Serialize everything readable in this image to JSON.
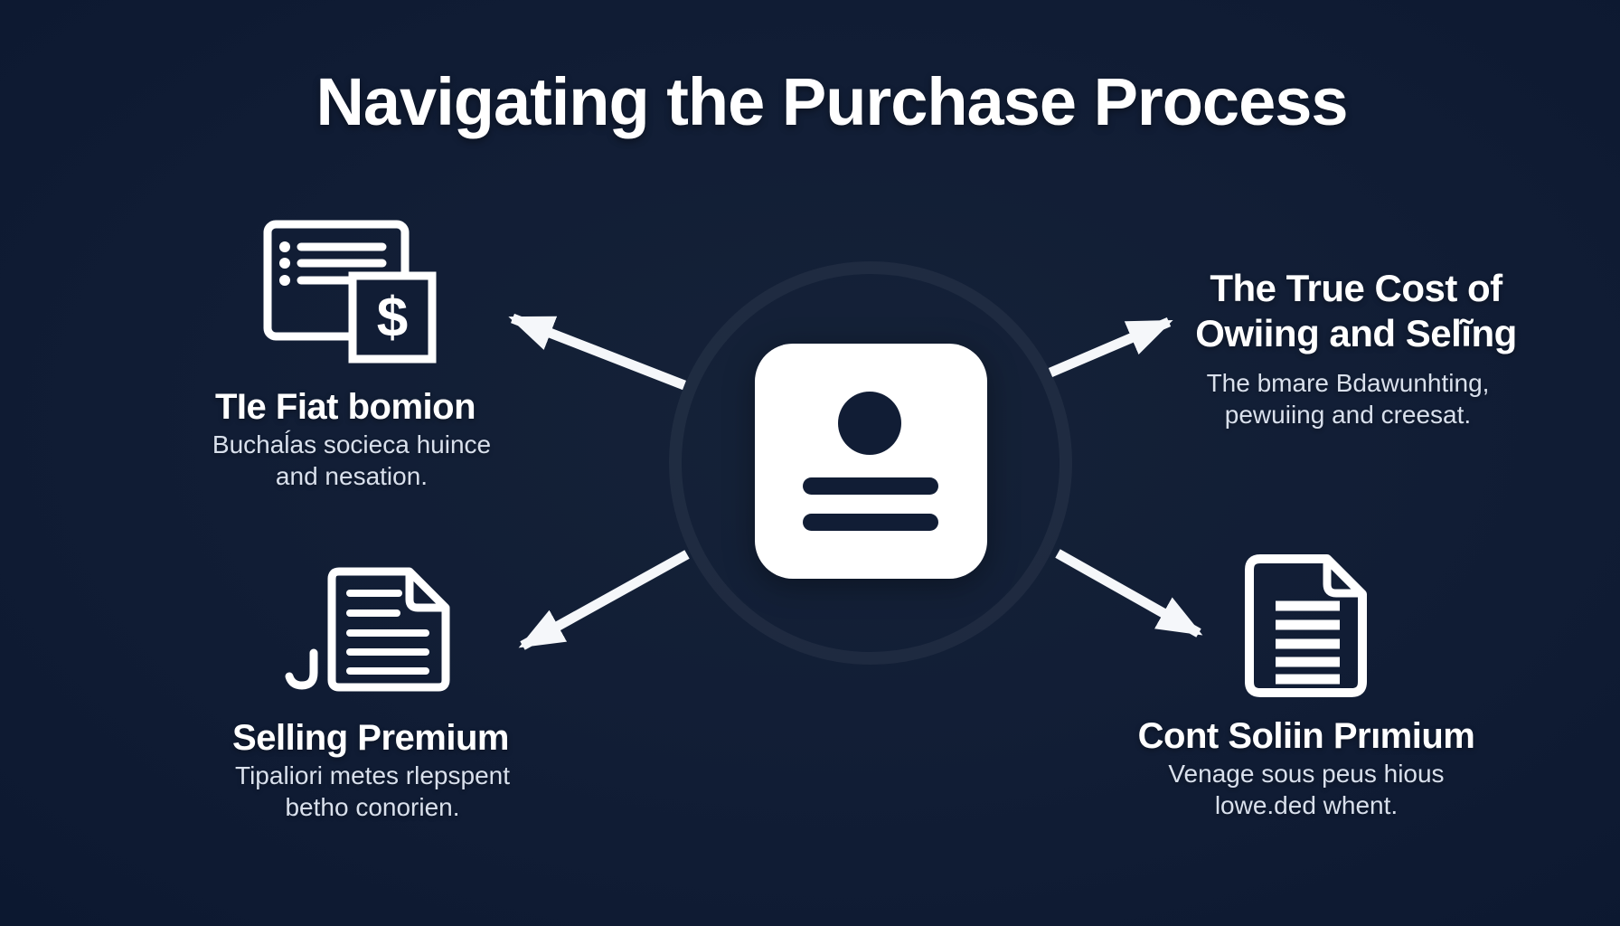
{
  "title": "Navigating the Purchase Process",
  "colors": {
    "background": "#111d35",
    "text": "#ffffff",
    "subtext": "#d9e0ec"
  },
  "center_icon": "profile-card",
  "quadrants": {
    "top_left": {
      "icon": "list-window-with-dollar-tag",
      "dollar_sign": "$",
      "heading": "TIe Fiat bomion",
      "body_line1": "Buchaĺas socieca huince",
      "body_line2": "and nesation."
    },
    "top_right": {
      "heading_line1": "The True Cost of",
      "heading_line2": "Owiing and Selĩng",
      "body_line1": "The bmare Bdawunhting,",
      "body_line2": "pewuiing and creesat."
    },
    "bottom_left": {
      "icon": "document-with-folded-corner",
      "heading": "Selling Premium",
      "body_line1": "Tipaliori metes rlepspent",
      "body_line2": "betho conorien."
    },
    "bottom_right": {
      "icon": "report-document",
      "heading": "Cont Soliin Prımium",
      "body_line1": "Venage sous peus hious",
      "body_line2": "lowe.ded whent."
    }
  }
}
